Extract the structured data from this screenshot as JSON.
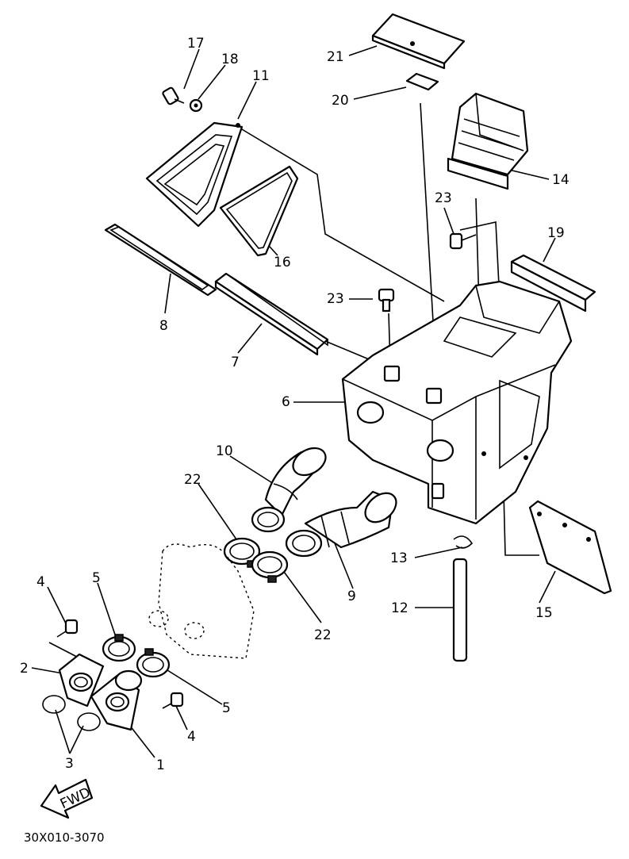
{
  "diagram": {
    "figure_code": "30X010-3070",
    "fwd_label": "FWD",
    "callouts": {
      "c1": "1",
      "c2": "2",
      "c3": "3",
      "c4a": "4",
      "c4b": "4",
      "c5a": "5",
      "c5b": "5",
      "c6": "6",
      "c7": "7",
      "c8": "8",
      "c9": "9",
      "c10": "10",
      "c11": "11",
      "c12": "12",
      "c13": "13",
      "c14": "14",
      "c15": "15",
      "c16": "16",
      "c17": "17",
      "c18": "18",
      "c19": "19",
      "c20": "20",
      "c21": "21",
      "c22a": "22",
      "c22b": "22",
      "c23a": "23",
      "c23b": "23"
    }
  }
}
